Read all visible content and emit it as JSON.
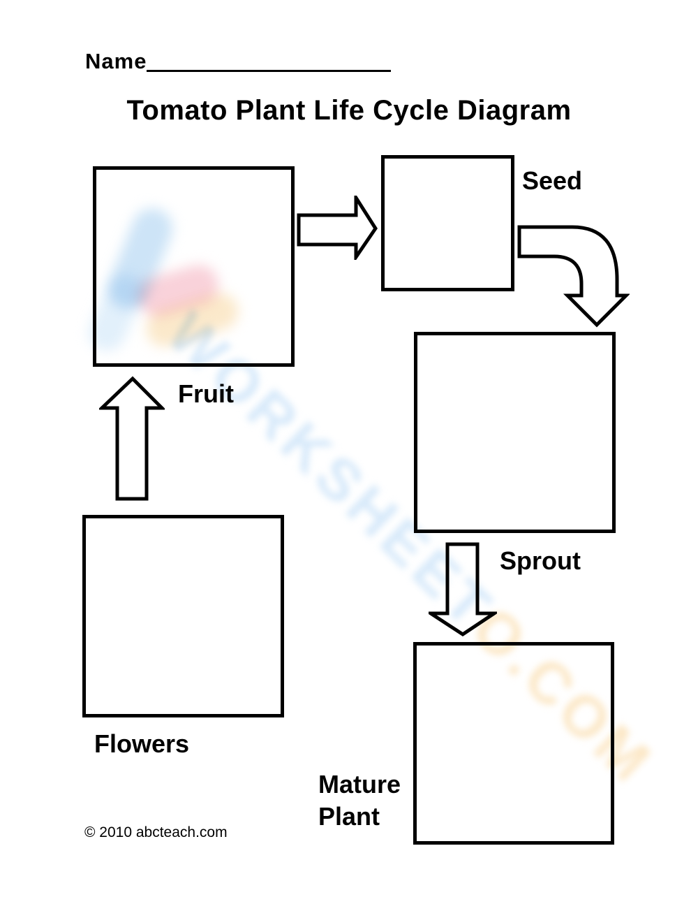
{
  "header": {
    "name_label": "Name",
    "title": "Tomato Plant Life Cycle Diagram"
  },
  "stages": {
    "seed": "Seed",
    "sprout": "Sprout",
    "mature_plant": "Mature\nPlant",
    "flowers": "Flowers",
    "fruit": "Fruit"
  },
  "diagram": {
    "boxes": [
      {
        "id": "fruit-box",
        "label": "Fruit",
        "filled": false
      },
      {
        "id": "seed-box",
        "label": "Seed",
        "filled": false
      },
      {
        "id": "sprout-box",
        "label": "Sprout",
        "filled": false
      },
      {
        "id": "mature-plant-box",
        "label": "Mature Plant",
        "filled": false
      },
      {
        "id": "flowers-box",
        "label": "Flowers",
        "filled": false
      }
    ],
    "arrows": [
      {
        "from": "fruit",
        "to": "seed",
        "direction": "right"
      },
      {
        "from": "seed",
        "to": "sprout",
        "direction": "curved-down"
      },
      {
        "from": "sprout",
        "to": "mature-plant",
        "direction": "down"
      },
      {
        "from": "flowers",
        "to": "fruit",
        "direction": "up"
      }
    ]
  },
  "footer": {
    "copyright": "© 2010 abcteach.com"
  },
  "watermark": {
    "text_blue": "WORKSHEET",
    "text_orange": "O.COM",
    "color_blue": "#cfe5f9",
    "color_orange": "#fbe3bc"
  },
  "colors": {
    "ink": "#000000",
    "paper": "#ffffff"
  }
}
